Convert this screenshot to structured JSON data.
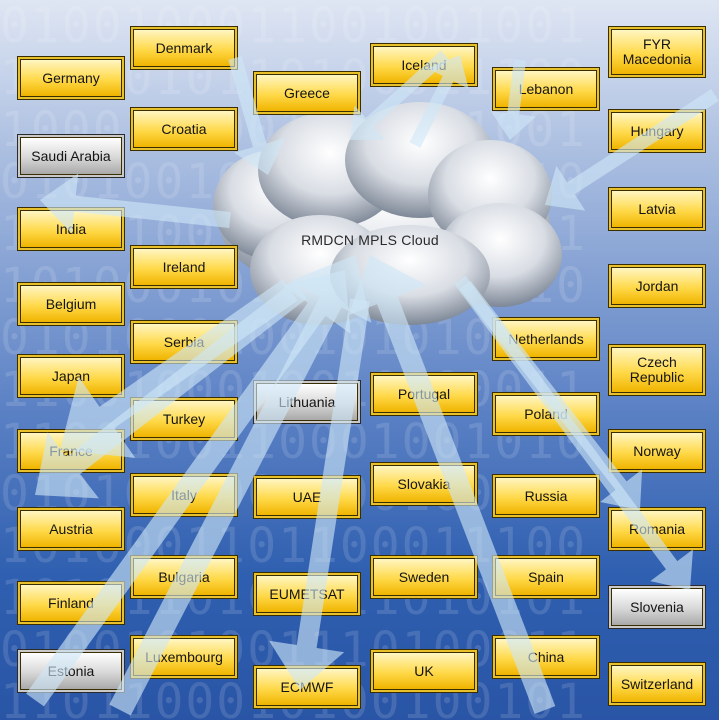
{
  "cloud": {
    "label": "RMDCN MPLS Cloud"
  },
  "nodes": [
    {
      "id": "denmark",
      "label": "Denmark",
      "style": "gold"
    },
    {
      "id": "iceland",
      "label": "Iceland",
      "style": "gold"
    },
    {
      "id": "fyr-macedonia",
      "label": "FYR Macedonia",
      "style": "gold"
    },
    {
      "id": "germany",
      "label": "Germany",
      "style": "gold"
    },
    {
      "id": "greece",
      "label": "Greece",
      "style": "gold"
    },
    {
      "id": "lebanon",
      "label": "Lebanon",
      "style": "gold"
    },
    {
      "id": "croatia",
      "label": "Croatia",
      "style": "gold"
    },
    {
      "id": "hungary",
      "label": "Hungary",
      "style": "gold"
    },
    {
      "id": "saudi-arabia",
      "label": "Saudi Arabia",
      "style": "silver"
    },
    {
      "id": "india",
      "label": "India",
      "style": "gold"
    },
    {
      "id": "latvia",
      "label": "Latvia",
      "style": "gold"
    },
    {
      "id": "ireland",
      "label": "Ireland",
      "style": "gold"
    },
    {
      "id": "jordan",
      "label": "Jordan",
      "style": "gold"
    },
    {
      "id": "belgium",
      "label": "Belgium",
      "style": "gold"
    },
    {
      "id": "serbia",
      "label": "Serbia",
      "style": "gold"
    },
    {
      "id": "netherlands",
      "label": "Netherlands",
      "style": "gold"
    },
    {
      "id": "czech-republic",
      "label": "Czech Republic",
      "style": "gold"
    },
    {
      "id": "japan",
      "label": "Japan",
      "style": "gold"
    },
    {
      "id": "lithuania",
      "label": "Lithuania",
      "style": "silver"
    },
    {
      "id": "portugal",
      "label": "Portugal",
      "style": "gold"
    },
    {
      "id": "turkey",
      "label": "Turkey",
      "style": "gold"
    },
    {
      "id": "poland",
      "label": "Poland",
      "style": "gold"
    },
    {
      "id": "france",
      "label": "France",
      "style": "gold"
    },
    {
      "id": "norway",
      "label": "Norway",
      "style": "gold"
    },
    {
      "id": "italy",
      "label": "Italy",
      "style": "gold"
    },
    {
      "id": "uae",
      "label": "UAE",
      "style": "gold"
    },
    {
      "id": "slovakia",
      "label": "Slovakia",
      "style": "gold"
    },
    {
      "id": "russia",
      "label": "Russia",
      "style": "gold"
    },
    {
      "id": "austria",
      "label": "Austria",
      "style": "gold"
    },
    {
      "id": "romania",
      "label": "Romania",
      "style": "gold"
    },
    {
      "id": "bulgaria",
      "label": "Bulgaria",
      "style": "gold"
    },
    {
      "id": "eumetsat",
      "label": "EUMETSAT",
      "style": "gold"
    },
    {
      "id": "sweden",
      "label": "Sweden",
      "style": "gold"
    },
    {
      "id": "spain",
      "label": "Spain",
      "style": "gold"
    },
    {
      "id": "finland",
      "label": "Finland",
      "style": "gold"
    },
    {
      "id": "slovenia",
      "label": "Slovenia",
      "style": "silver"
    },
    {
      "id": "luxembourg",
      "label": "Luxembourg",
      "style": "gold"
    },
    {
      "id": "china",
      "label": "China",
      "style": "gold"
    },
    {
      "id": "estonia",
      "label": "Estonia",
      "style": "silver"
    },
    {
      "id": "ecmwf",
      "label": "ECMWF",
      "style": "gold"
    },
    {
      "id": "uk",
      "label": "UK",
      "style": "gold"
    },
    {
      "id": "switzerland",
      "label": "Switzerland",
      "style": "gold"
    }
  ],
  "colors": {
    "gold": "#ffd949",
    "silver": "#d7d7d7",
    "arrow": "#cfe6f7",
    "background": "#3a68b8"
  }
}
